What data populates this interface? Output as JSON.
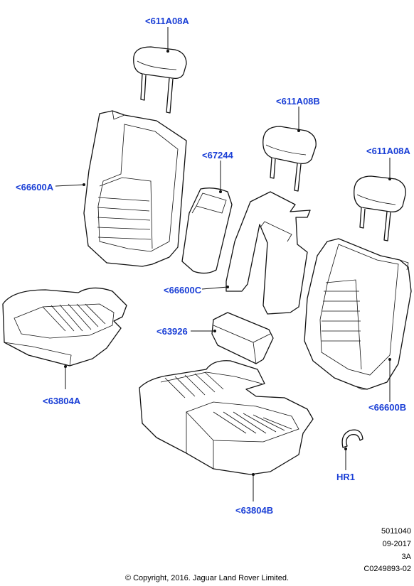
{
  "callouts": {
    "headrest_left": "<611A08A",
    "headrest_center": "<611A08B",
    "headrest_right": "<611A08A",
    "backrest_left": "<66600A",
    "armrest": "<67244",
    "backrest_center": "<66600C",
    "cushion_small": "<63926",
    "cushion_left": "<63804A",
    "backrest_right": "<66600B",
    "cushion_right": "<63804B",
    "hook": "HR1"
  },
  "meta": {
    "line1": "5011040",
    "line2": "09-2017",
    "line3": "3A",
    "line4": "C0249893-02"
  },
  "copyright": "© Copyright, 2016. Jaguar Land Rover Limited.",
  "colors": {
    "callout": "#1a3fd6",
    "line": "#111111"
  }
}
